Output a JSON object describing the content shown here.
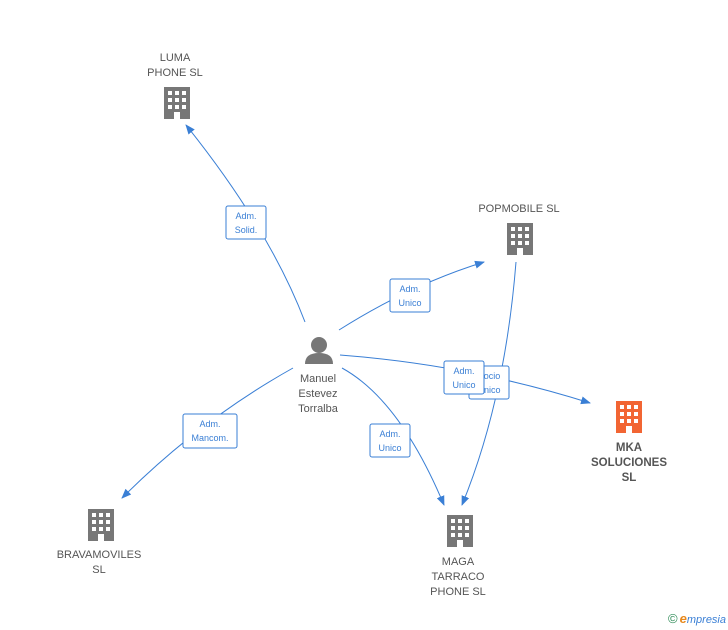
{
  "colors": {
    "edge": "#3a7fd5",
    "building": "#777777",
    "highlight": "#f26533",
    "person": "#777777"
  },
  "nodes": {
    "person": {
      "line1": "Manuel",
      "line2": "Estevez",
      "line3": "Torralba"
    },
    "luma": {
      "line1": "LUMA",
      "line2": "PHONE  SL"
    },
    "popmobile": {
      "line1": "POPMOBILE  SL"
    },
    "mka": {
      "line1": "MKA",
      "line2": "SOLUCIONES",
      "line3": "SL"
    },
    "maga": {
      "line1": "MAGA",
      "line2": "TARRACO",
      "line3": "PHONE  SL"
    },
    "bravamoviles": {
      "line1": "BRAVAMOVILES",
      "line2": "SL"
    }
  },
  "edges": {
    "luma": {
      "line1": "Adm.",
      "line2": "Solid."
    },
    "popmobile": {
      "line1": "Adm.",
      "line2": "Unico"
    },
    "mka": {
      "line1": "Adm.",
      "line2": "Unico"
    },
    "maga": {
      "line1": "Adm.",
      "line2": "Unico"
    },
    "bravamoviles": {
      "line1": "Adm.",
      "line2": "Mancom."
    },
    "popmobile_maga": {
      "line1": "Socio",
      "line2": "Único"
    }
  },
  "footer": {
    "copyright": "©",
    "brand_initial": "e",
    "brand_rest": "mpresia"
  }
}
